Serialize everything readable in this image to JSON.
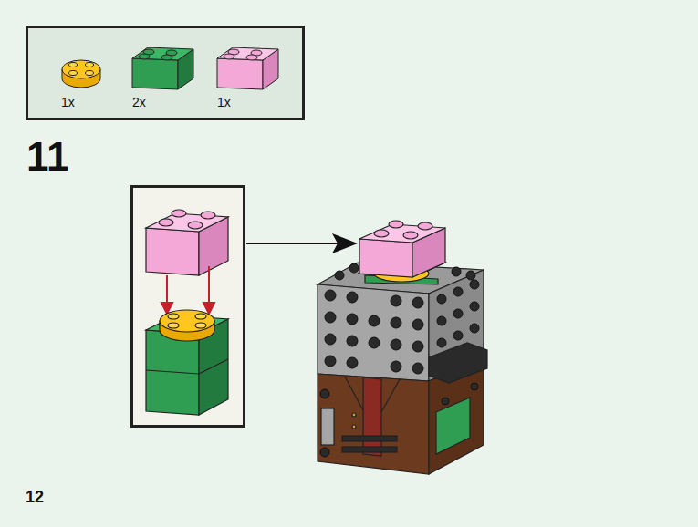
{
  "diagram": {
    "labels": [
      "1x",
      "2x",
      "1x",
      "11",
      "12"
    ]
  }
}
